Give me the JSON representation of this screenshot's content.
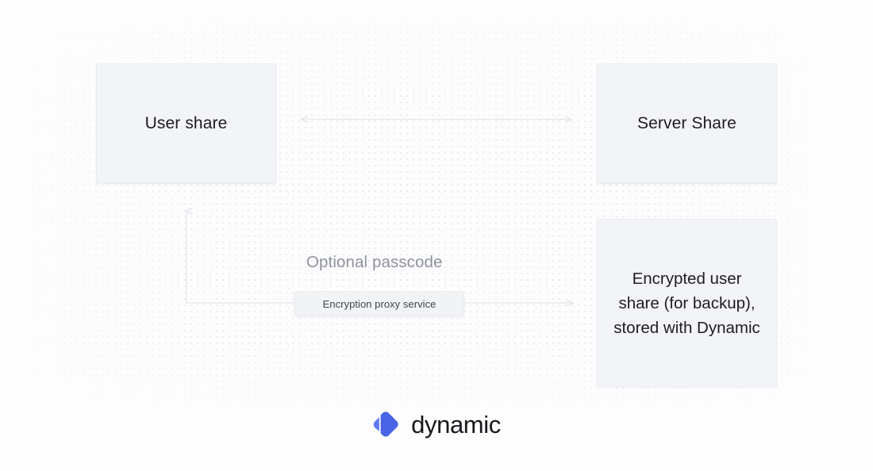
{
  "diagram": {
    "background": {
      "base_color": "#fdfdfe",
      "texture": "dot-grid"
    },
    "nodes": [
      {
        "id": "user-share",
        "label": "User share",
        "fill": "#f2f4f7",
        "border": "#e8ebef",
        "text_color": "#1d1d21"
      },
      {
        "id": "server-share",
        "label": "Server Share",
        "fill": "#f2f4f7",
        "border": "#e8ebef",
        "text_color": "#1d1d21"
      },
      {
        "id": "encrypted-share",
        "label": "Encrypted user\nshare (for backup),\nstored with Dynamic",
        "fill": "#f2f4f7",
        "border": "#e8ebef",
        "text_color": "#1d1d21"
      }
    ],
    "connectors": [
      {
        "id": "user-share-to-server-share",
        "type": "bidirectional-horizontal-arrow",
        "color": "#e4e7ec"
      },
      {
        "id": "encryption-proxy-to-user-share",
        "type": "elbow-arrow-up",
        "color": "#e4e7ec"
      },
      {
        "id": "encryption-proxy-to-encrypted-share",
        "type": "arrow-right",
        "color": "#e4e7ec"
      }
    ],
    "annotations": {
      "optional_passcode": "Optional passcode",
      "optional_passcode_color": "#8d929c",
      "encryption_proxy_service": "Encryption proxy service"
    }
  },
  "brand": {
    "wordmark": "dynamic",
    "wordmark_color": "#18181d",
    "mark_color": "#4a63e7",
    "mark_accent_color": "#5d78f0",
    "mark_icon": "dynamic-diamond-logo-icon"
  }
}
